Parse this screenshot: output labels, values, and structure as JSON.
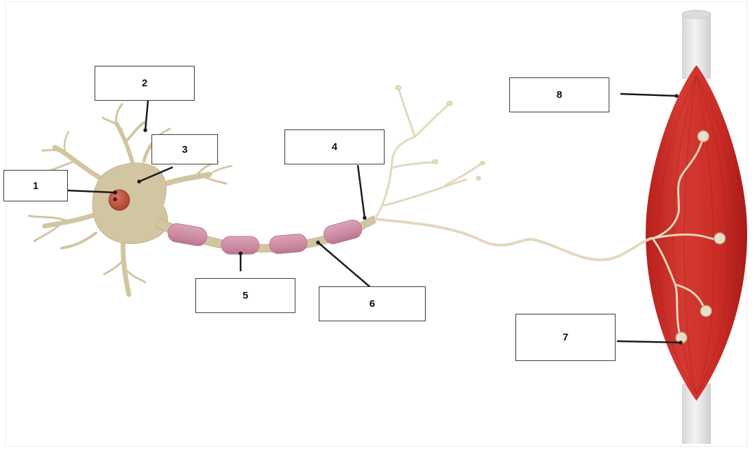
{
  "labels": [
    {
      "id": "1",
      "text": "1"
    },
    {
      "id": "2",
      "text": "2"
    },
    {
      "id": "3",
      "text": "3"
    },
    {
      "id": "4",
      "text": "4"
    },
    {
      "id": "5",
      "text": "5"
    },
    {
      "id": "6",
      "text": "6"
    },
    {
      "id": "7",
      "text": "7"
    },
    {
      "id": "8",
      "text": "8"
    }
  ],
  "colors": {
    "neuron": "#d2c5a2",
    "neuron_edge": "#bfae86",
    "nucleus": "#c0513a",
    "myelin": "#cf8ca4",
    "muscle": "#cc2d27",
    "tendon": "#e6e6e6",
    "leader_line": "#1a1a1a"
  }
}
